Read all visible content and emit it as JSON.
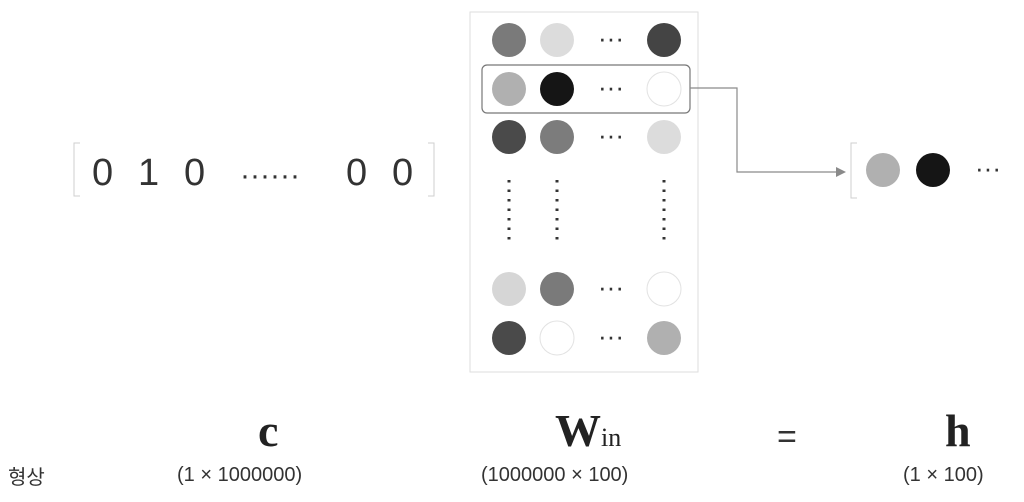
{
  "onehot": {
    "tokens": [
      "0",
      "1",
      "0",
      "······",
      "0",
      "0"
    ]
  },
  "matrix": {
    "row_colors": [
      [
        "#7a7a7a",
        "#dcdcdc",
        "#444444"
      ],
      [
        "#b0b0b0",
        "#151515",
        "#ffffff"
      ],
      [
        "#4a4a4a",
        "#7c7c7c",
        "#dcdcdc"
      ],
      [
        "#d6d6d6",
        "#7a7a7a",
        "#ffffff"
      ],
      [
        "#4a4a4a",
        "#ffffff",
        "#b0b0b0"
      ]
    ],
    "ellipsis": "···"
  },
  "output": {
    "colors": [
      "#b0b0b0",
      "#151515"
    ],
    "ellipsis": "···"
  },
  "symbols": {
    "c": "c",
    "w_main": "W",
    "w_sub": "in",
    "equals": "=",
    "h": "h"
  },
  "shapes": {
    "row_label": "형상",
    "c": "(1 × 1000000)",
    "w": "(1000000 × 100)",
    "h": "(1 × 100)"
  }
}
